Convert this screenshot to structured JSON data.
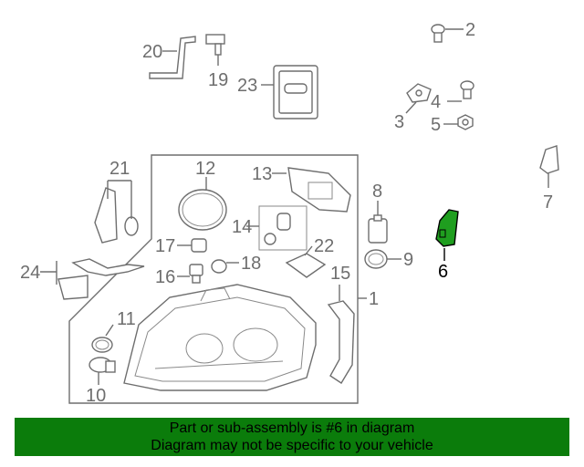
{
  "diagram": {
    "highlight_color": "#1f9e1f",
    "callouts": {
      "c1": "1",
      "c2": "2",
      "c3": "3",
      "c4": "4",
      "c5": "5",
      "c6": "6",
      "c7": "7",
      "c8": "8",
      "c9": "9",
      "c10": "10",
      "c11": "11",
      "c12": "12",
      "c13": "13",
      "c14": "14",
      "c15": "15",
      "c16": "16",
      "c17": "17",
      "c18": "18",
      "c19": "19",
      "c20": "20",
      "c21": "21",
      "c22": "22",
      "c23": "23",
      "c24": "24"
    },
    "highlighted_part": "6"
  },
  "banner": {
    "color": "#0b7c0b",
    "line1": "Part or sub-assembly is #6 in diagram",
    "line2": "Diagram may not be specific to your vehicle"
  }
}
